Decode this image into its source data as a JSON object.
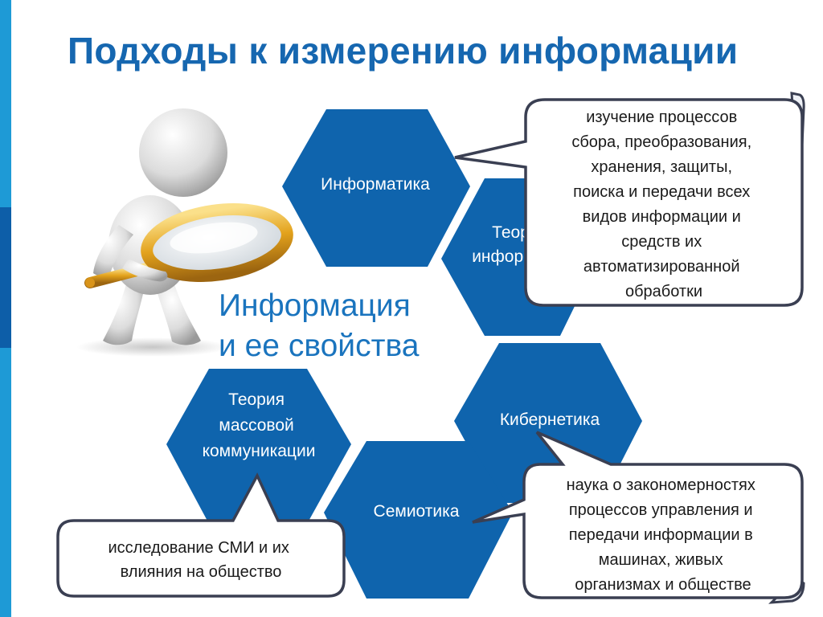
{
  "slide": {
    "title": "Подходы к измерению информации",
    "center_label": [
      "Информация",
      "и ее свойства"
    ]
  },
  "hexagons": [
    {
      "id": "informatika",
      "label": [
        "Информатика"
      ]
    },
    {
      "id": "teoriya-informatsii",
      "label": [
        "Теория",
        "информации"
      ]
    },
    {
      "id": "kibernetika",
      "label": [
        "Кибернетика"
      ]
    },
    {
      "id": "semiotika",
      "label": [
        "Семиотика"
      ]
    },
    {
      "id": "teoriya-mk",
      "label": [
        "Теория",
        "массовой",
        "коммуникации"
      ]
    }
  ],
  "callouts": {
    "informatika": [
      "изучение процессов",
      "сбора, преобразования,",
      "хранения, защиты,",
      "поиска и передачи всех",
      "видов информации и",
      "средств их",
      "автоматизированной",
      "обработки"
    ],
    "kibernetika": [
      "наука о закономерностях",
      "процессов управления и",
      "передачи информации в",
      "машинах, живых",
      "организмах и обществе"
    ],
    "mk": [
      "исследование СМИ и их",
      "влияния на общество"
    ]
  },
  "illustration": {
    "icon": "person-with-magnifier-icon"
  },
  "colors": {
    "accent": "#1667b0",
    "hexagon": "#0f64ad",
    "sidebar": "#1e9ad6",
    "sidebar_dark": "#0d5ea8",
    "magnifier": "#e0a21d"
  }
}
